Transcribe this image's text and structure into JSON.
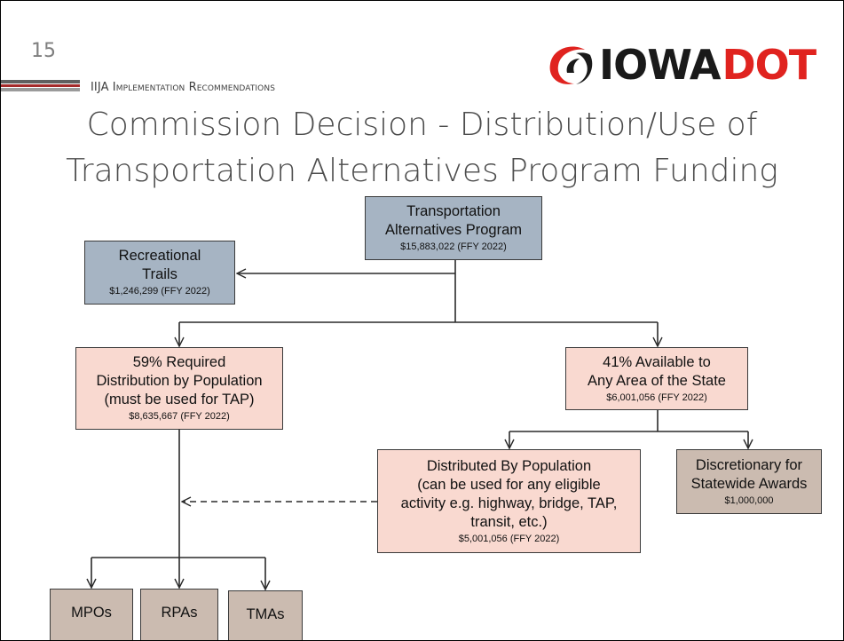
{
  "slide": {
    "number": "15",
    "section_label": "IIJA Implementation Recommendations",
    "title_line1": "Commission Decision - Distribution/Use of",
    "title_line2": "Transportation Alternatives Program Funding"
  },
  "logo": {
    "text_iowa": "IOWA",
    "text_dot": "DOT"
  },
  "colors": {
    "root_box": "#a6b4c3",
    "distribution_box": "#f9d9d0",
    "end_box": "#cbbbb0",
    "logo_red": "#e0231f",
    "logo_black": "#1a1a1a"
  },
  "diagram": {
    "tap": {
      "label": "Transportation\nAlternatives Program",
      "amount": "$15,883,022 (FFY 2022)"
    },
    "rec_trails": {
      "label": "Recreational\nTrails",
      "amount": "$1,246,299 (FFY 2022)"
    },
    "required_59": {
      "label": "59% Required\nDistribution by Population\n(must be used for TAP)",
      "amount": "$8,635,667 (FFY 2022)"
    },
    "available_41": {
      "label": "41% Available to\nAny Area of the State",
      "amount": "$6,001,056 (FFY 2022)"
    },
    "distributed": {
      "label": "Distributed By Population\n(can be used for any eligible\nactivity e.g. highway, bridge, TAP,\ntransit, etc.)",
      "amount": "$5,001,056 (FFY 2022)"
    },
    "discretionary": {
      "label": "Discretionary for\nStatewide Awards",
      "amount": "$1,000,000"
    },
    "mpos": {
      "label": "MPOs"
    },
    "rpas": {
      "label": "RPAs"
    },
    "tmas": {
      "label": "TMAs"
    }
  }
}
